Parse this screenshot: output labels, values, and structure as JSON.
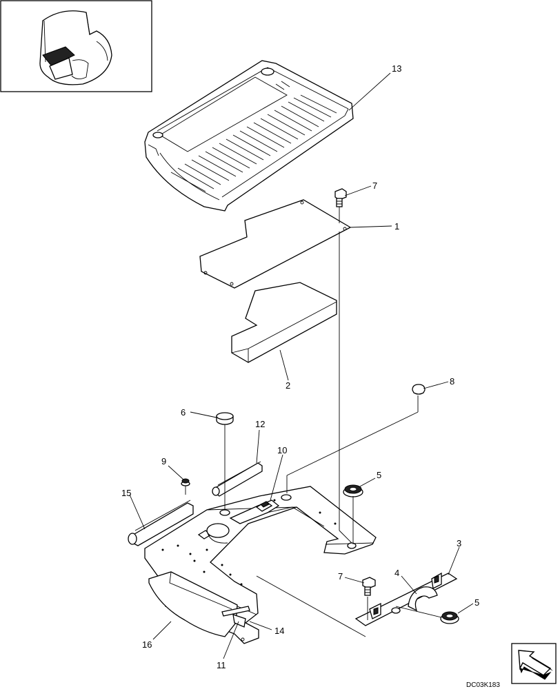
{
  "callouts": [
    {
      "id": "13",
      "text": "13"
    },
    {
      "id": "7a",
      "text": "7"
    },
    {
      "id": "1",
      "text": "1"
    },
    {
      "id": "2",
      "text": "2"
    },
    {
      "id": "8",
      "text": "8"
    },
    {
      "id": "6",
      "text": "6"
    },
    {
      "id": "12",
      "text": "12"
    },
    {
      "id": "10",
      "text": "10"
    },
    {
      "id": "9",
      "text": "9"
    },
    {
      "id": "5a",
      "text": "5"
    },
    {
      "id": "15",
      "text": "15"
    },
    {
      "id": "3",
      "text": "3"
    },
    {
      "id": "4",
      "text": "4"
    },
    {
      "id": "7b",
      "text": "7"
    },
    {
      "id": "5b",
      "text": "5"
    },
    {
      "id": "14",
      "text": "14"
    },
    {
      "id": "16",
      "text": "16"
    },
    {
      "id": "11",
      "text": "11"
    }
  ],
  "drawing_code": "DC03K183",
  "colors": {
    "line": "#000000",
    "background": "#ffffff",
    "fill_dark": "#222222"
  },
  "icons": {
    "inset": "machine-overview-inset",
    "nav": "direction-arrow-icon"
  }
}
